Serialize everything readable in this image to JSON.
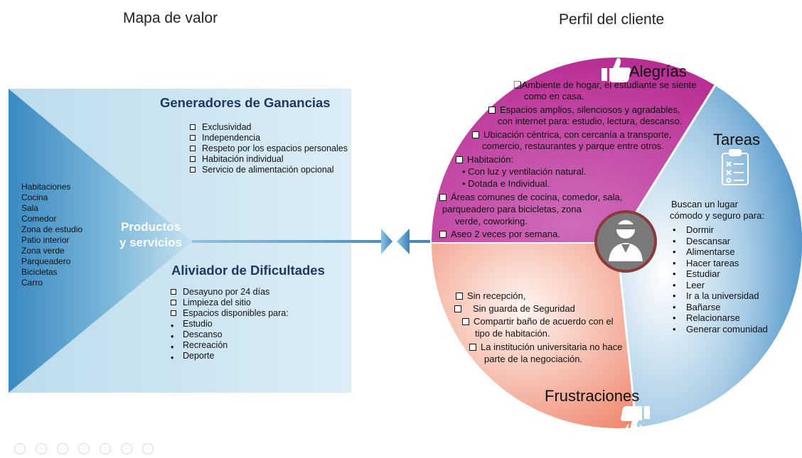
{
  "titles": {
    "value_map": "Mapa de valor",
    "customer_profile": "Perfil del cliente"
  },
  "value_map": {
    "products_label_1": "Productos",
    "products_label_2": "y servicios",
    "products": [
      "Habitaciones",
      "Cocina",
      "Sala",
      "Comedor",
      "Zona de estudio",
      "Patio interior",
      "Zona verde",
      "Parqueadero",
      "Bicicletas",
      "Carro"
    ],
    "gains_title": "Generadores de Ganancias",
    "gains": [
      "Exclusividad",
      "Independencia",
      "Respeto por los espacios personales",
      "Habitación individual",
      "Servicio de alimentación opcional"
    ],
    "pains_title": "Aliviador de Dificultades",
    "pains": [
      "Desayuno por 24 días",
      "Limpieza del sitio",
      "Espacios disponibles para:"
    ],
    "pains_sub": [
      "Estudio",
      "Descanso",
      "Recreación",
      "Deporte"
    ]
  },
  "profile": {
    "gains_title": "Alegrías",
    "gains_lines": [
      "❑Ambiente de hogar, el estudiante se siente",
      "como en casa.",
      "Espacios amplios, silenciosos y agradables,",
      "con internet para: estudio, lectura, descanso.",
      "Ubicación céntrica, con cercanía a transporte,",
      "comercio, restaurantes y parque entre otros.",
      "Habitación:",
      "• Con luz y ventilación natural.",
      "• Dotada e Individual.",
      "Áreas comunes de cocina, comedor, sala,",
      "parqueadero para bicicletas, zona",
      "verde, coworking.",
      "Aseo 2 veces por semana."
    ],
    "jobs_title": "Tareas",
    "jobs_intro_1": "Buscan un lugar",
    "jobs_intro_2": "cómodo y seguro para:",
    "jobs": [
      "Dormir",
      "Descansar",
      "Alimentarse",
      "Hacer tareas",
      "Estudiar",
      "Leer",
      "Ir a la universidad",
      "Bañarse",
      "Relacionarse",
      "Generar comunidad"
    ],
    "pains_title": "Frustraciones",
    "pains_lines": [
      "Sin recepción,",
      "Sin guarda de Seguridad",
      "Compartir baño de acuerdo con el",
      "tipo de habitación.",
      "La institución universitaria no hace",
      "parte de la negociación."
    ]
  },
  "icons": [
    "thumbs-up-icon",
    "clipboard-checklist-icon",
    "thumbs-down-icon",
    "customer-avatar-icon"
  ],
  "colors": {
    "alegrias": "#c13f9f",
    "tareas": "#3d8ac4",
    "frustraciones": "#f2937c",
    "heading": "#1f3864",
    "value_box": "#cfe6f2",
    "center_ring": "#8b3a3a"
  }
}
